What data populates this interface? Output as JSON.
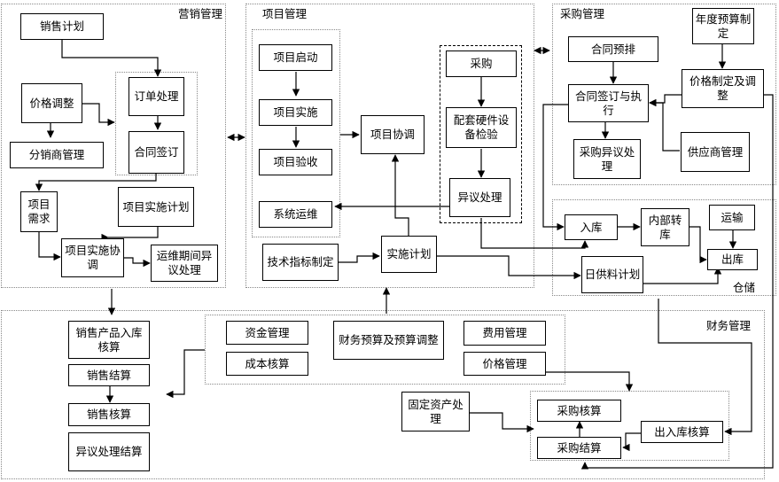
{
  "sections": {
    "marketing": "营销管理",
    "project": "项目管理",
    "purchase": "采购管理",
    "finance": "财务管理"
  },
  "nodes": {
    "sales_plan": "销售计划",
    "price_adjust": "价格调整",
    "order_proc": "订单处理",
    "contract_sign": "合同签订",
    "distributor": "分销商管理",
    "proj_demand": "项目需求",
    "proj_impl_plan": "项目实施计划",
    "proj_impl_coord": "项目实施协调",
    "ops_dispute": "运维期间异议处理",
    "proj_start": "项目启动",
    "proj_impl": "项目实施",
    "proj_accept": "项目验收",
    "sys_ops": "系统运维",
    "proj_coord": "项目协调",
    "procure": "采购",
    "hw_inspect": "配套硬件设备检验",
    "dispute": "异议处理",
    "tech_index": "技术指标制定",
    "impl_plan": "实施计划",
    "contract_pre": "合同预排",
    "annual_budget": "年度预算制定",
    "contract_exec": "合同签订与执行",
    "price_set": "价格制定及调整",
    "purch_dispute": "采购异议处理",
    "supplier": "供应商管理",
    "stock_in": "入库",
    "internal_transfer": "内部转库",
    "transport": "运输",
    "stock_out": "出库",
    "daily_supply": "日供料计划",
    "warehouse": "仓储",
    "sales_prod_acct": "销售产品入库核算",
    "sales_settle": "销售结算",
    "sales_acct": "销售核算",
    "dispute_settle": "异议处理结算",
    "fund_mgmt": "资金管理",
    "cost_acct": "成本核算",
    "fin_budget": "财务预算及预算调整",
    "expense_mgmt": "费用管理",
    "price_mgmt": "价格管理",
    "fixed_asset": "固定资产处理",
    "purch_acct": "采购核算",
    "purch_settle": "采购结算",
    "inout_acct": "出入库核算"
  }
}
